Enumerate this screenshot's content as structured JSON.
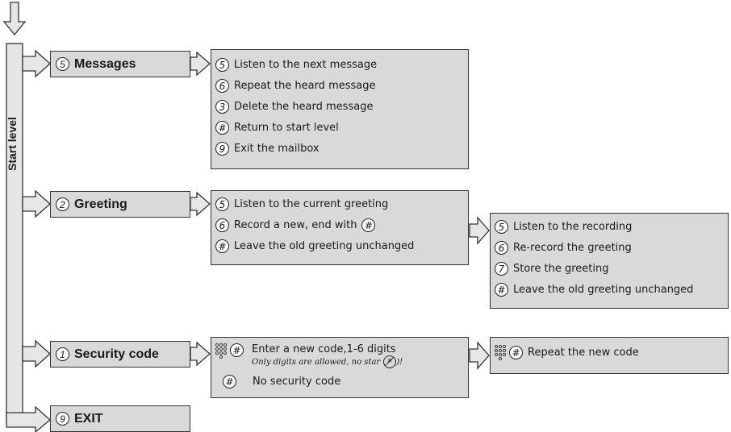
{
  "start_level": "Start level",
  "menus": {
    "messages": {
      "key": "5",
      "label": "Messages",
      "options": [
        {
          "key": "5",
          "text": "Listen to the next message"
        },
        {
          "key": "6",
          "text": "Repeat the heard message"
        },
        {
          "key": "3",
          "text": "Delete the heard message"
        },
        {
          "key": "#",
          "text": "Return to start level"
        },
        {
          "key": "9",
          "text": "Exit the mailbox"
        }
      ]
    },
    "greeting": {
      "key": "2",
      "label": "Greeting",
      "options": [
        {
          "key": "5",
          "text": "Listen to the current greeting"
        },
        {
          "key": "6",
          "text": "Record a new, end with",
          "end_key": "#"
        },
        {
          "key": "#",
          "text": "Leave the old greeting unchanged"
        }
      ],
      "submenu": [
        {
          "key": "5",
          "text": "Listen to the recording"
        },
        {
          "key": "6",
          "text": "Re-record the greeting"
        },
        {
          "key": "7",
          "text": "Store the greeting"
        },
        {
          "key": "#",
          "text": "Leave the old greeting unchanged"
        }
      ]
    },
    "security": {
      "key": "1",
      "label": "Security  code",
      "enter_key": "#",
      "enter_text": "Enter a new code,1-6 digits",
      "enter_note": "Only digits are allowed, no star",
      "star_symbol": "*",
      "note_end": ")!",
      "no_code_key": "#",
      "no_code_text": "No security code",
      "repeat_key": "#",
      "repeat_text": "Repeat the new code"
    },
    "exit": {
      "key": "9",
      "label": "EXIT"
    }
  },
  "colors": {
    "box_fill": "#d9d9d9",
    "line": "#333333"
  }
}
